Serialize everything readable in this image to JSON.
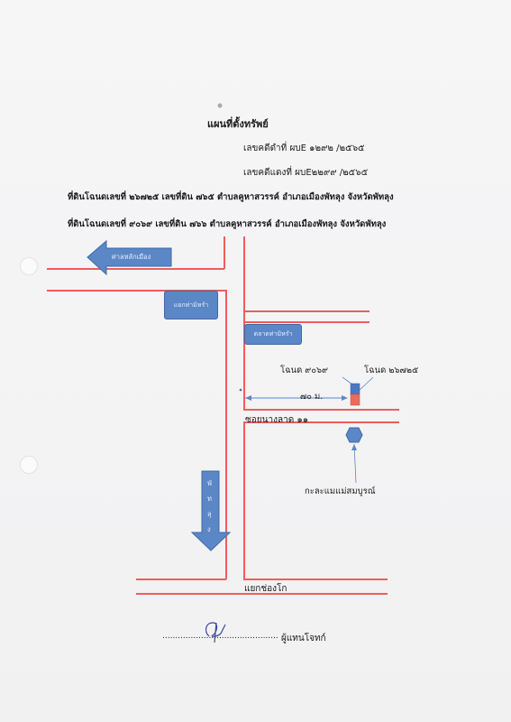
{
  "header": {
    "title": "แผนที่ตั้งทรัพย์",
    "black_case": "เลขคดีดำที่ ผบE ๑๒๙๒ /๒๕๖๕",
    "red_case": "เลขคดีแดงที่ ผบE๒๒๙๙ /๒๕๖๕",
    "land_line_1": "ที่ดินโฉนดเลขที่ ๒๖๗๒๕ เลขที่ดิน ๗๖๕  ตำบลคูหาสวรรค์  อำเภอเมืองพัทลุง จังหวัดพัทลุง",
    "land_line_2": "ที่ดินโฉนดเลขที่ ๙๐๖๙ เลขที่ดิน ๗๖๖  ตำบลคูหาสวรรค์  อำเภอเมืองพัทลุง จังหวัดพัทลุง"
  },
  "map": {
    "arrow_left_label": "ศาลหลักเมือง",
    "box_intersection_label": "แยกท่ามิหรำ",
    "box_market_label": "ตลาดท่ามิหรำ",
    "deed_left_label": "โฉนด ๙๐๖๙",
    "deed_right_label": "โฉนด ๒๖๗๒๕",
    "distance_label": "๗๐ ม.",
    "soi_label": "ซอยนางลาด ๑๑",
    "landmark_label": "กะละแมแม่สมบูรณ์",
    "down_arrow_label": "พัทลุง",
    "bottom_junction_label": "แยกช่องโก",
    "deed_colors": {
      "deed_9069": "#4a78c4",
      "deed_26725": "#ef6a5a"
    },
    "road_color": "#ef5d5d",
    "arrow_color": "#5b87c6"
  },
  "footer": {
    "signature_label": "ผู้แทนโจทก์",
    "dotted_line": "............................................."
  }
}
